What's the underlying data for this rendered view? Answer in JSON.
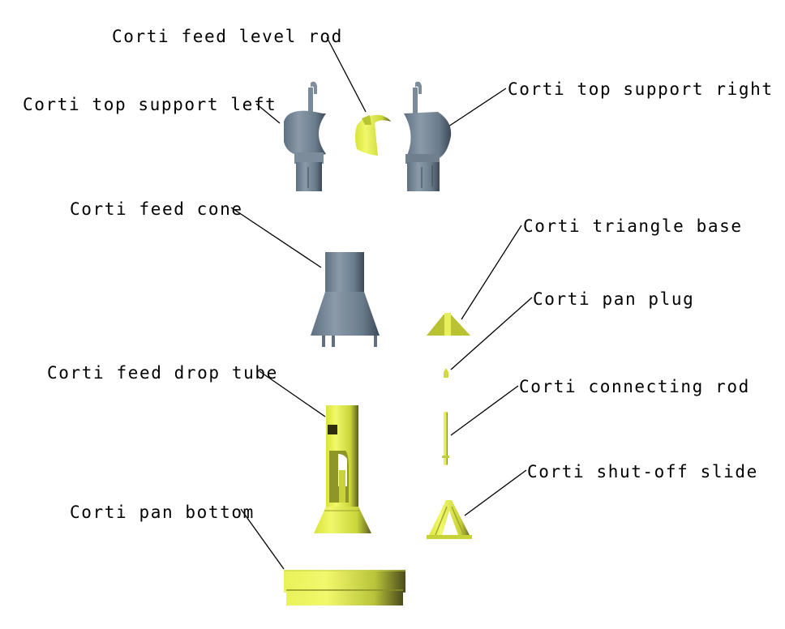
{
  "title": "Corti feeder exploded parts diagram",
  "colors": {
    "gray_part": "#6e7f8f",
    "yellow_part": "#e2ee44",
    "leader_line": "#000000",
    "background": "#ffffff"
  },
  "labels": {
    "feed_level_rod": "Corti feed level rod",
    "top_support_left": "Corti top support left",
    "top_support_right": "Corti top support right",
    "feed_cone": "Corti feed cone",
    "triangle_base": "Corti triangle base",
    "pan_plug": "Corti pan plug",
    "feed_drop_tube": "Corti feed drop tube",
    "connecting_rod": "Corti connecting rod",
    "shut_off_slide": "Corti shut-off slide",
    "pan_bottom": "Corti pan bottom"
  }
}
